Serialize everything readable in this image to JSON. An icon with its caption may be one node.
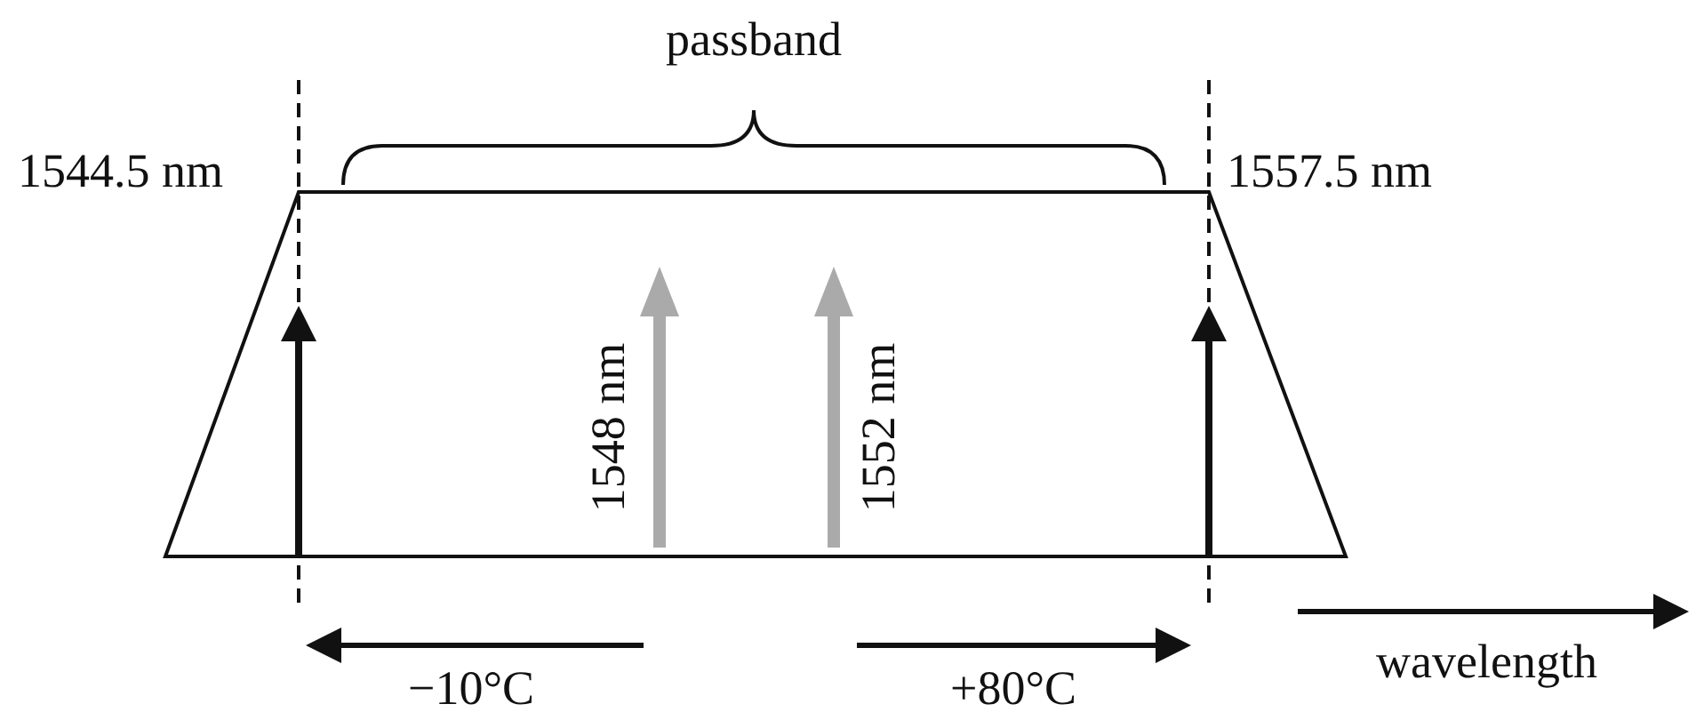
{
  "diagram": {
    "labels": [
      "passband",
      "1544.5 nm",
      "1557.5 nm",
      "1548 nm",
      "1552 nm",
      "−10°C",
      "+80°C",
      "wavelength"
    ]
  }
}
